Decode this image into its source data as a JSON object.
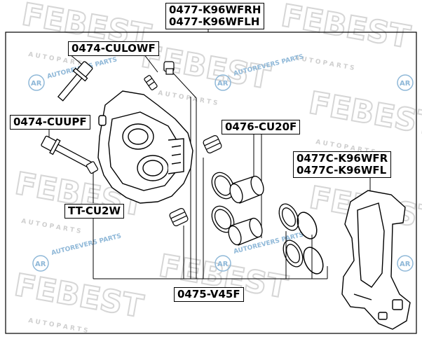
{
  "labels": {
    "caliper_rh": "0477-K96WFRH",
    "caliper_lh": "0477-K96WFLH",
    "guide_lower": "0474-CULOWF",
    "guide_upper": "0474-CUUPF",
    "piston": "0476-CU20F",
    "bracket_r": "0477C-K96WFR",
    "bracket_l": "0477C-K96WFL",
    "bushing": "TT-CU2W",
    "seal_kit": "0475-V45F"
  },
  "watermark": {
    "brand": "FEBEST",
    "tagline": "A U T O   P A R T S",
    "site": "AUTOREVERS PARTS",
    "logo": "AR"
  },
  "colors": {
    "line": "#000000",
    "watermark": "#d6d6d6",
    "site_text": "#8fb8d8"
  }
}
